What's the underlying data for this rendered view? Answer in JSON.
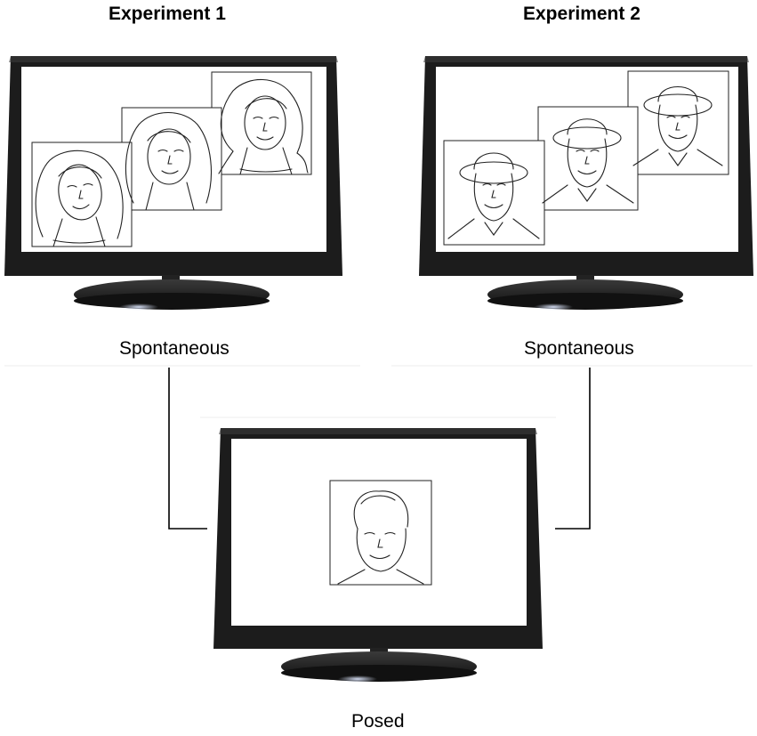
{
  "headings": {
    "experiment_1": "Experiment 1",
    "experiment_2": "Experiment 2"
  },
  "labels": {
    "left_spontaneous": "Spontaneous",
    "right_spontaneous": "Spontaneous",
    "posed": "Posed"
  },
  "colors": {
    "monitor_frame": "#1c1c1c",
    "screen": "#ffffff",
    "line_drawing": "#222222",
    "connector": "#000000"
  }
}
